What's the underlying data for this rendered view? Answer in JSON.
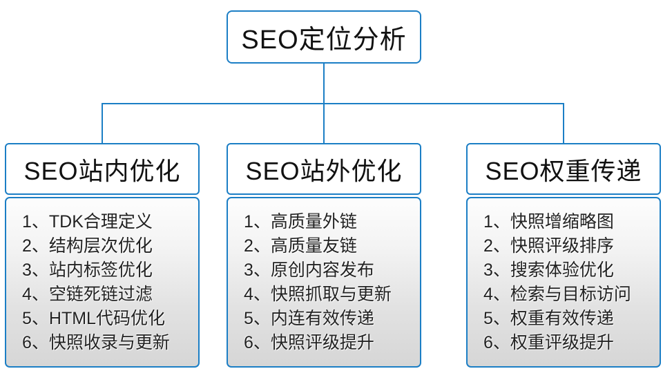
{
  "diagram": {
    "root": {
      "label": "SEO定位分析"
    },
    "columns": [
      {
        "title": "SEO站内优化",
        "items": [
          "1、TDK合理定义",
          "2、结构层次优化",
          "3、站内标签优化",
          "4、空链死链过滤",
          "5、HTML代码优化",
          "6、快照收录与更新"
        ]
      },
      {
        "title": "SEO站外优化",
        "items": [
          "1、高质量外链",
          "2、高质量友链",
          "3、原创内容发布",
          "4、快照抓取与更新",
          "5、内连有效传递",
          "6、快照评级提升"
        ]
      },
      {
        "title": "SEO权重传递",
        "items": [
          "1、快照增缩略图",
          "2、快照评级排序",
          "3、搜索体验优化",
          "4、检索与目标访问",
          "5、权重有效传递",
          "6、权重评级提升"
        ]
      }
    ],
    "colors": {
      "line_and_border": "#1b7ec5",
      "header_background": "#ffffff",
      "list_gradient_top": "#fdfdfd",
      "list_gradient_bottom": "#d6d6d6",
      "text": "#111111"
    }
  }
}
